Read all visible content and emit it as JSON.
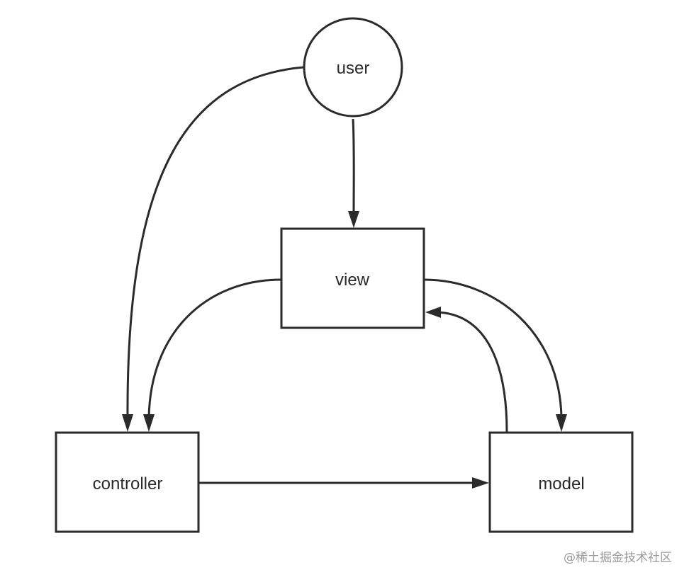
{
  "nodes": {
    "user": "user",
    "view": "view",
    "controller": "controller",
    "model": "model"
  },
  "watermark": "@稀土掘金技术社区",
  "edges": [
    {
      "from": "user",
      "to": "controller"
    },
    {
      "from": "user",
      "to": "view"
    },
    {
      "from": "view",
      "to": "controller"
    },
    {
      "from": "view",
      "to": "model"
    },
    {
      "from": "model",
      "to": "view"
    },
    {
      "from": "controller",
      "to": "model"
    }
  ]
}
